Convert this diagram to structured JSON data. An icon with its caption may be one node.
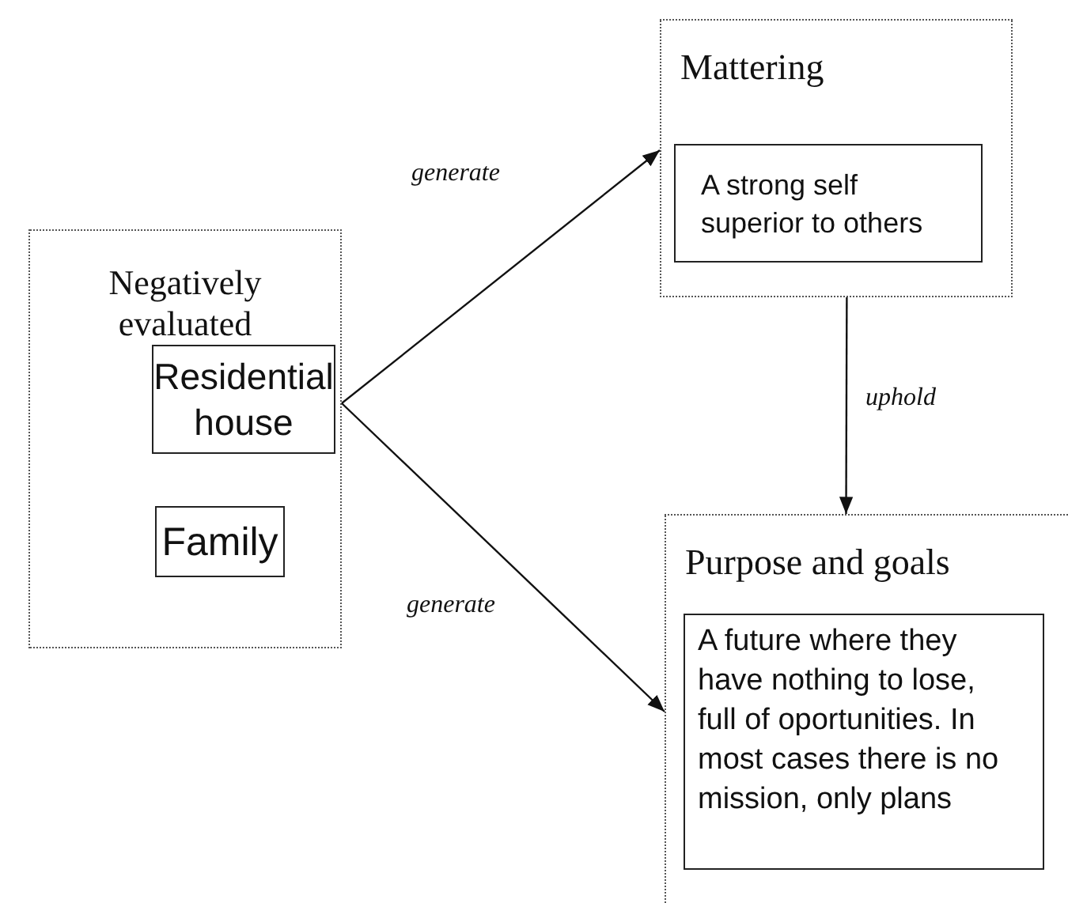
{
  "diagram": {
    "nodes": [
      {
        "text": [
          "Negatively evaluated"
        ]
      },
      {
        "text": [
          "Residential house"
        ],
        "in": 0
      },
      {
        "text": [
          "Family"
        ],
        "in": 0
      },
      {
        "text": [
          "Mattering"
        ]
      },
      {
        "text": [
          "A strong self superior to others"
        ],
        "in": 3
      },
      {
        "text": [
          "Purpose and goals"
        ]
      },
      {
        "text": [
          "A future where they have nothing to lose, full of oportunities. In most cases there is no mission, only plans"
        ],
        "in": 5
      }
    ],
    "edges": [
      {
        "from": 0,
        "to": 3,
        "arrow": "to",
        "label": "generate"
      },
      {
        "from": 0,
        "to": 5,
        "arrow": "to",
        "label": "generate"
      },
      {
        "from": 3,
        "to": 5,
        "arrow": "to",
        "label": "uphold"
      }
    ]
  }
}
